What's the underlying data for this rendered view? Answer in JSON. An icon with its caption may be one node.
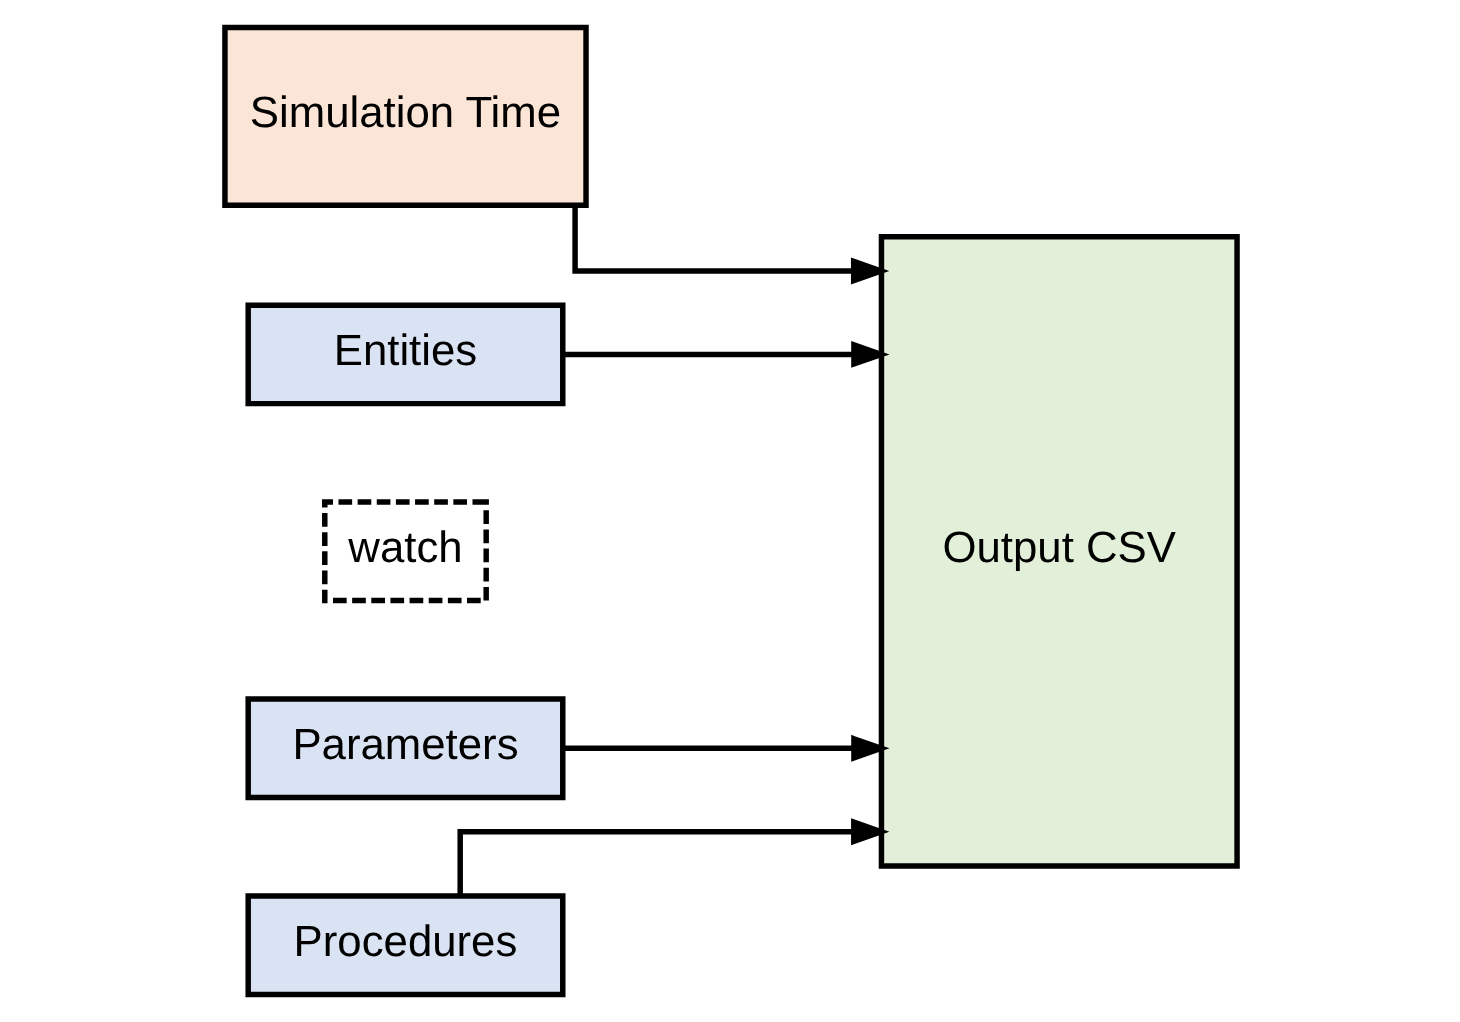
{
  "diagram": {
    "nodes": [
      {
        "text": [
          "Simulation Time"
        ]
      },
      {
        "text": [
          "Entities"
        ]
      },
      {
        "text": [
          "Parameters"
        ]
      },
      {
        "text": [
          "Procedures"
        ]
      },
      {
        "text": [
          "Output CSV"
        ]
      },
      {
        "text": [
          "watch"
        ]
      }
    ],
    "edges": [
      {
        "from": 0,
        "to": 4,
        "arrow": "to"
      },
      {
        "from": 1,
        "to": 4,
        "arrow": "to"
      },
      {
        "from": 2,
        "to": 4,
        "arrow": "to"
      },
      {
        "from": 3,
        "to": 4,
        "arrow": "to"
      }
    ]
  }
}
